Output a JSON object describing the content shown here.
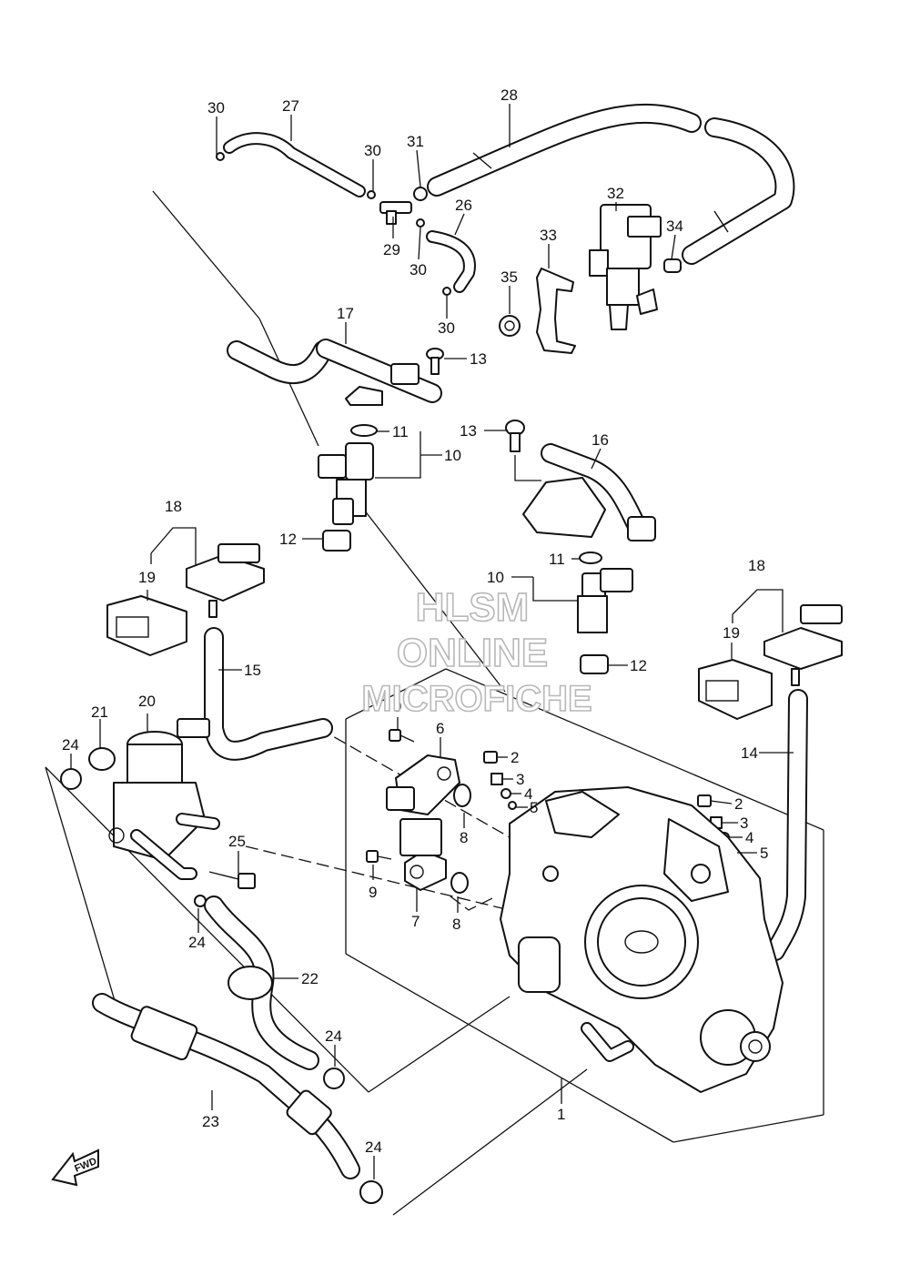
{
  "watermark": {
    "line1": "HLSM",
    "line2": "ONLINE",
    "line3": "MICROFICHE"
  },
  "fwd_label": "FWD",
  "callouts": {
    "c1": "1",
    "c2a": "2",
    "c2b": "2",
    "c3a": "3",
    "c3b": "3",
    "c4a": "4",
    "c4b": "4",
    "c5a": "5",
    "c5b": "5",
    "c6": "6",
    "c7": "7",
    "c8a": "8",
    "c8b": "8",
    "c9a": "9",
    "c9b": "9",
    "c10a": "10",
    "c10b": "10",
    "c11a": "11",
    "c11b": "11",
    "c12a": "12",
    "c12b": "12",
    "c13a": "13",
    "c13b": "13",
    "c14": "14",
    "c15": "15",
    "c16": "16",
    "c17": "17",
    "c18a": "18",
    "c18b": "18",
    "c19a": "19",
    "c19b": "19",
    "c20": "20",
    "c21": "21",
    "c22": "22",
    "c23": "23",
    "c24a": "24",
    "c24b": "24",
    "c24c": "24",
    "c24d": "24",
    "c25": "25",
    "c26": "26",
    "c27": "27",
    "c28": "28",
    "c29": "29",
    "c30a": "30",
    "c30b": "30",
    "c30c": "30",
    "c30d": "30",
    "c31": "31",
    "c32": "32",
    "c33": "33",
    "c34": "34",
    "c35": "35"
  }
}
